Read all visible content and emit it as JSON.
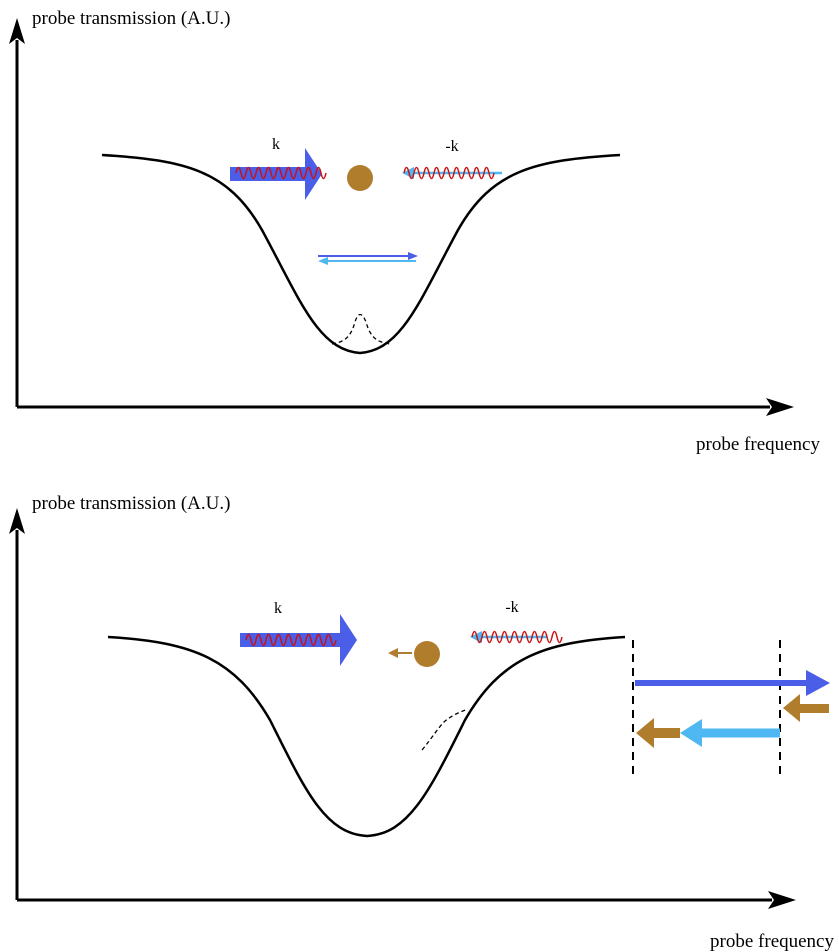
{
  "panels": [
    {
      "y_axis_label": "probe transmission (A.U.)",
      "x_axis_label": "probe frequency",
      "beam_left_label": "k",
      "beam_right_label": "-k"
    },
    {
      "y_axis_label": "probe transmission (A.U.)",
      "x_axis_label": "probe frequency",
      "beam_left_label": "k",
      "beam_right_label": "-k"
    }
  ],
  "colors": {
    "strong_beam": "#4a5ee8",
    "weak_beam": "#4fb8f2",
    "wave": "#cc1111",
    "atom": "#b07d2c",
    "axis": "#000000"
  }
}
